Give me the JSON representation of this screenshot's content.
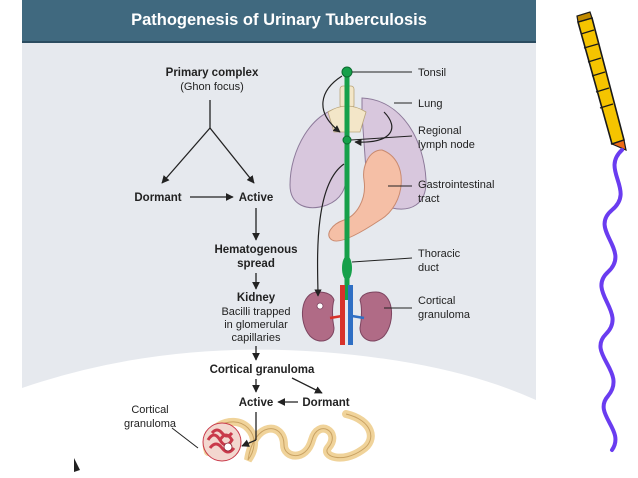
{
  "title": "Pathogenesis of Urinary Tuberculosis",
  "flow": {
    "primary_complex": "Primary complex",
    "ghon_focus": "(Ghon focus)",
    "dormant": "Dormant",
    "active": "Active",
    "hematogenous_1": "Hematogenous",
    "hematogenous_2": "spread",
    "kidney": "Kidney",
    "bacilli_1": "Bacilli trapped",
    "bacilli_2": "in glomerular",
    "bacilli_3": "capillaries",
    "cortical_granuloma": "Cortical granuloma",
    "active_2": "Active",
    "dormant_2": "Dormant"
  },
  "anatomy_labels": {
    "tonsil": "Tonsil",
    "lung": "Lung",
    "regional_1": "Regional",
    "regional_2": "lymph node",
    "gi_1": "Gastrointestinal",
    "gi_2": "tract",
    "thoracic_1": "Thoracic",
    "thoracic_2": "duct",
    "cortical_1": "Cortical",
    "cortical_2": "granuloma"
  },
  "nephron_label": {
    "line1": "Cortical",
    "line2": "granuloma"
  },
  "colors": {
    "title_bar": "#40697f",
    "panel": "#e6e9ee",
    "lung": "#d8c7dd",
    "stomach": "#f5bfa6",
    "duct": "#16a04a",
    "kidney": "#b06b86",
    "artery": "#d8322a",
    "vein": "#2f6fc4",
    "nephron": "#f0d39a",
    "glomerulus": "#c93a4a",
    "squiggle": "#6a3cf0",
    "pencil_body": "#f5c400"
  }
}
